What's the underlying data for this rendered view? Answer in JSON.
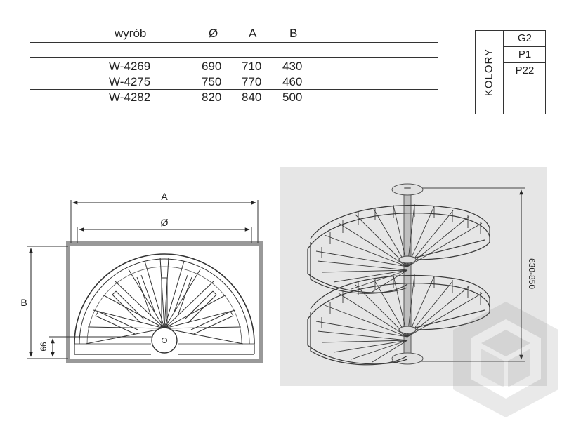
{
  "spec_table": {
    "headers": [
      "wyrób",
      "Ø",
      "A",
      "B"
    ],
    "rows": [
      [
        "W-4269",
        "690",
        "710",
        "430"
      ],
      [
        "W-4275",
        "750",
        "770",
        "460"
      ],
      [
        "W-4282",
        "820",
        "840",
        "500"
      ]
    ]
  },
  "colors": {
    "label": "KOLORY",
    "items": [
      "G2",
      "P1",
      "P22",
      "",
      ""
    ]
  },
  "drawing": {
    "dim_a": "A",
    "dim_diameter": "Ø",
    "dim_b": "B",
    "dim_66": "66",
    "dim_height": "630-850"
  }
}
